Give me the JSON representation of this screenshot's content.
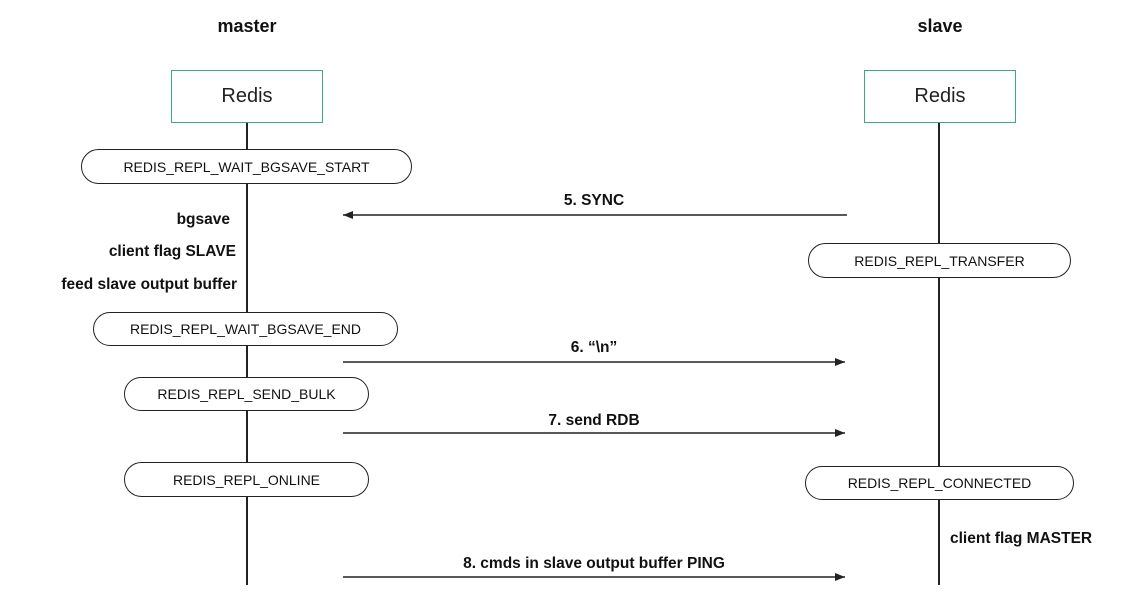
{
  "master": {
    "header": "master",
    "node_label": "Redis",
    "states": [
      "REDIS_REPL_WAIT_BGSAVE_START",
      "REDIS_REPL_WAIT_BGSAVE_END",
      "REDIS_REPL_SEND_BULK",
      "REDIS_REPL_ONLINE"
    ],
    "notes": [
      "bgsave",
      "client flag SLAVE",
      "feed  slave output buffer"
    ]
  },
  "slave": {
    "header": "slave",
    "node_label": "Redis",
    "states": [
      "REDIS_REPL_TRANSFER",
      "REDIS_REPL_CONNECTED"
    ],
    "note": "client flag MASTER"
  },
  "messages": [
    {
      "label": "5. SYNC",
      "direction": "slave-to-master"
    },
    {
      "label": "6. “\\n”",
      "direction": "master-to-slave"
    },
    {
      "label": "7. send RDB",
      "direction": "master-to-slave"
    },
    {
      "label": "8. cmds in slave output buffer PING",
      "direction": "master-to-slave"
    }
  ],
  "colors": {
    "node_border": "#3aa987",
    "line": "#222222"
  }
}
